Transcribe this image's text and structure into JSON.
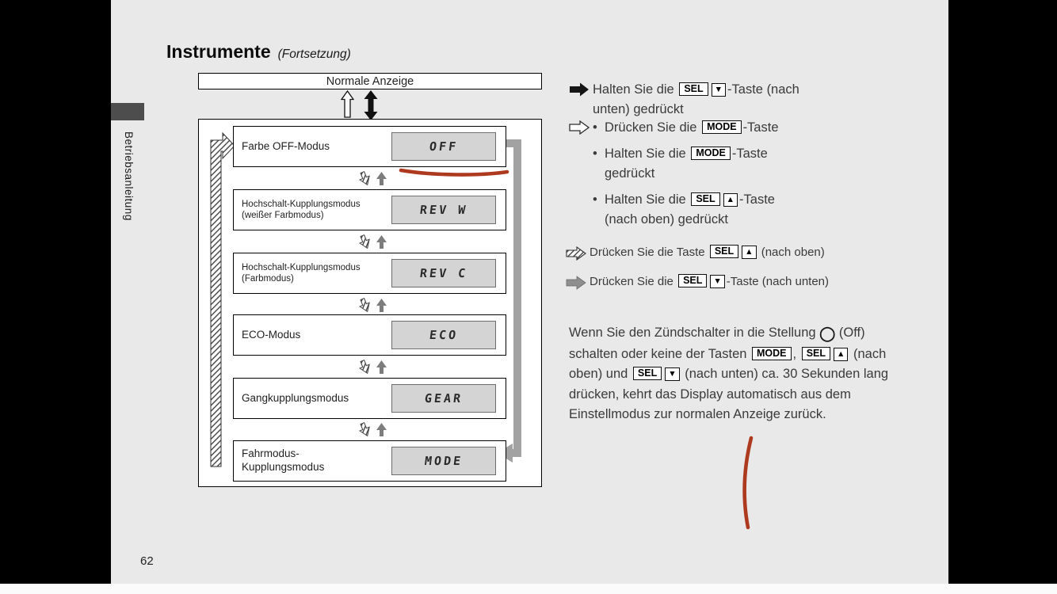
{
  "page": {
    "number": "62",
    "sidebar_label": "Betriebsanleitung",
    "title": "Instrumente",
    "subtitle": "(Fortsetzung)"
  },
  "buttons": {
    "sel": "SEL",
    "mode": "MODE",
    "up": "▲",
    "down": "▼",
    "off_circle": "◯"
  },
  "diagram": {
    "top_label": "Normale Anzeige",
    "rows": [
      {
        "line1": "Farbe OFF-Modus",
        "line2": "",
        "display": "OFF"
      },
      {
        "line1": "Hochschalt-Kupplungsmodus",
        "line2": "(weißer Farbmodus)",
        "display": "REV W"
      },
      {
        "line1": "Hochschalt-Kupplungsmodus",
        "line2": "(Farbmodus)",
        "display": "REV C"
      },
      {
        "line1": "ECO-Modus",
        "line2": "",
        "display": "ECO"
      },
      {
        "line1": "Gangkupplungsmodus",
        "line2": "",
        "display": "GEAR"
      },
      {
        "line1": "Fahrmodus-",
        "line2": "Kupplungsmodus",
        "display": "MODE"
      }
    ]
  },
  "instructions": {
    "hold_down": {
      "pre": "Halten Sie die ",
      "post": "-Taste (nach unten) gedrückt"
    },
    "bullet_press_mode": {
      "pre": "Drücken Sie die ",
      "post": "-Taste"
    },
    "bullet_hold_mode": {
      "pre": "Halten Sie die ",
      "post": "-Taste gedrückt"
    },
    "bullet_hold_up": {
      "pre": "Halten Sie die ",
      "post": "-Taste (nach oben) gedrückt"
    },
    "press_up": {
      "pre": "Drücken Sie die Taste ",
      "post": " (nach oben)"
    },
    "press_down": {
      "pre": "Drücken Sie die ",
      "post": "-Taste (nach unten)"
    }
  },
  "paragraph": {
    "t1": "Wenn Sie den Zündschalter in die Stellung ",
    "t2": " (Off) schalten oder keine der Tasten ",
    "t3": ", ",
    "t4": " (nach oben) und ",
    "t5": " (nach unten) ca. 30 Sekunden lang drücken, kehrt das Display automatisch aus dem Einstellmodus zur normalen Anzeige zurück."
  }
}
